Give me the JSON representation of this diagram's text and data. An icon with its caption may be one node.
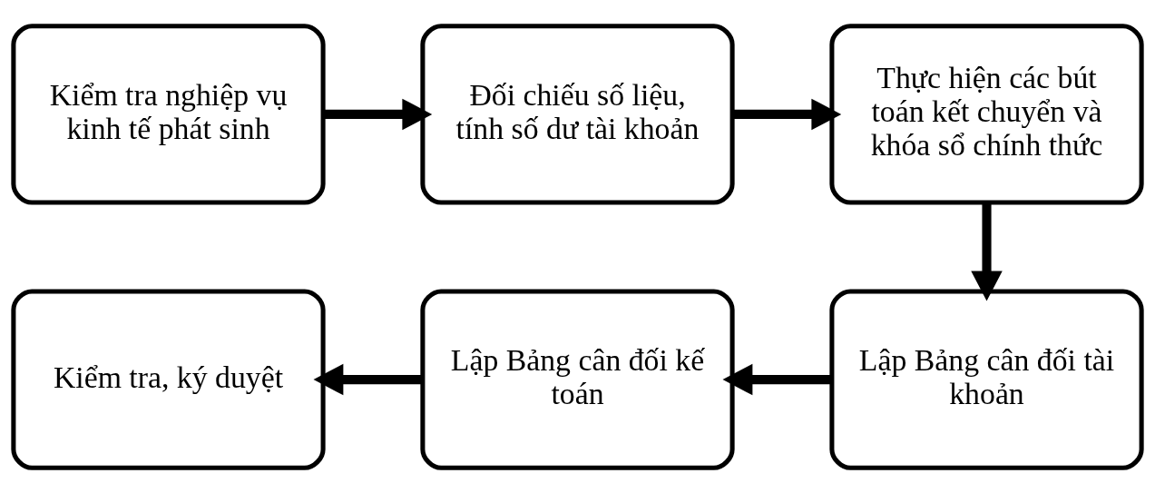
{
  "diagram": {
    "nodes": [
      {
        "text": [
          "Kiểm tra nghiệp vụ kinh tế phát sinh"
        ]
      },
      {
        "text": [
          "Đối chiếu số liệu, tính số dư tài khoản"
        ]
      },
      {
        "text": [
          "Thực hiện các bút toán kết chuyển và khóa sổ chính thức"
        ]
      },
      {
        "text": [
          "Kiểm tra, ký duyệt"
        ]
      },
      {
        "text": [
          "Lập Bảng cân đối kế toán"
        ]
      },
      {
        "text": [
          "Lập Bảng cân đối tài khoản"
        ]
      }
    ],
    "edges": [
      {
        "from": 0,
        "to": 1,
        "arrow": "to"
      },
      {
        "from": 1,
        "to": 2,
        "arrow": "to"
      },
      {
        "from": 2,
        "to": 5,
        "arrow": "to"
      },
      {
        "from": 5,
        "to": 4,
        "arrow": "to"
      },
      {
        "from": 4,
        "to": 3,
        "arrow": "to"
      }
    ]
  }
}
